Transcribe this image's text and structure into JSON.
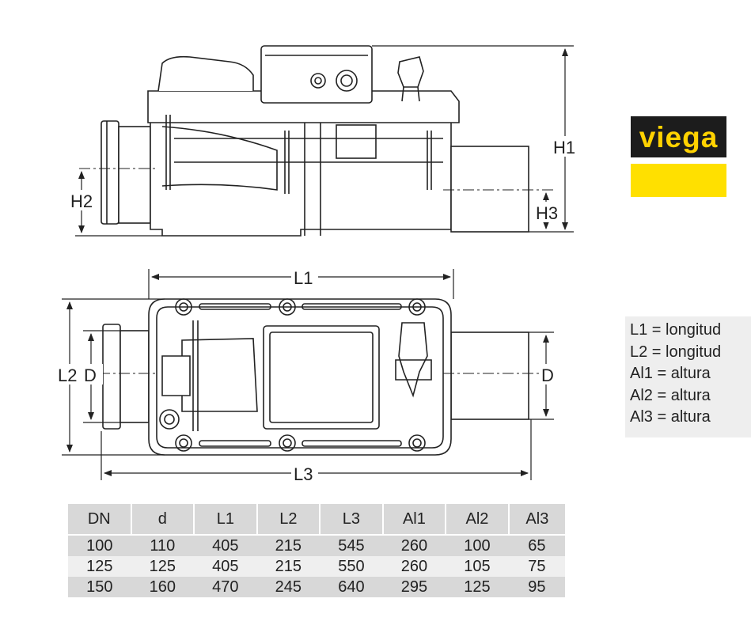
{
  "dimension_labels": {
    "h1": "H1",
    "h2": "H2",
    "h3": "H3",
    "l1": "L1",
    "l2": "L2",
    "l3": "L3",
    "d_left": "D",
    "d_right": "D"
  },
  "logo": {
    "text": "viega",
    "text_color": "#ffd200",
    "bg_color": "#1c1c1c",
    "bar_color": "#ffe000"
  },
  "legend": [
    "L1 = longitud",
    "L2 = longitud",
    "Al1 = altura",
    "Al2 = altura",
    "Al3 = altura"
  ],
  "table": {
    "headers": [
      "DN",
      "d",
      "L1",
      "L2",
      "L3",
      "Al1",
      "Al2",
      "Al3"
    ],
    "rows": [
      [
        "100",
        "110",
        "405",
        "215",
        "545",
        "260",
        "100",
        "65"
      ],
      [
        "125",
        "125",
        "405",
        "215",
        "550",
        "260",
        "105",
        "75"
      ],
      [
        "150",
        "160",
        "470",
        "245",
        "640",
        "295",
        "125",
        "95"
      ]
    ]
  }
}
